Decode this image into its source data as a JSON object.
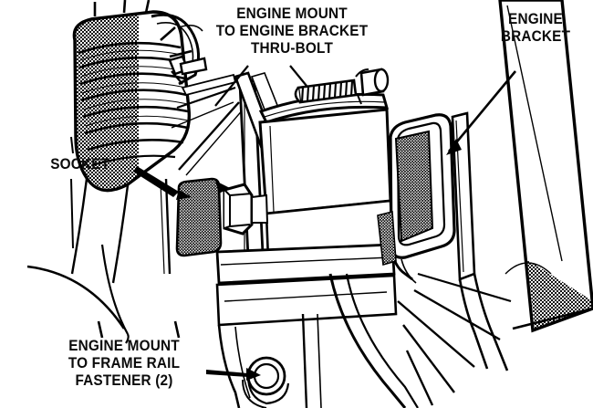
{
  "diagram": {
    "type": "automotive-service-line-art",
    "subject": "Engine mount and engine bracket assembly",
    "background_color": "#ffffff",
    "line_color": "#000000",
    "shading_style": "halftone-dot-screen",
    "callouts": [
      {
        "id": "thru-bolt",
        "text": "ENGINE MOUNT\nTO ENGINE BRACKET\nTHRU-BOLT",
        "lines": [
          "ENGINE MOUNT",
          "TO ENGINE BRACKET",
          "THRU-BOLT"
        ],
        "leader": "two-lines-down-to-bolt",
        "points_to": "threaded thru-bolt at top of engine mount"
      },
      {
        "id": "engine-bracket",
        "text": "ENGINE\nBRACKET",
        "lines": [
          "ENGINE",
          "BRACKET"
        ],
        "leader": "arrow-down-left",
        "points_to": "engine bracket flange at right of mount"
      },
      {
        "id": "socket",
        "text": "SOCKET",
        "lines": [
          "SOCKET"
        ],
        "leader": "arrow-down-right",
        "points_to": "socket wrench on fastener"
      },
      {
        "id": "frame-rail-fastener",
        "text": "ENGINE MOUNT\nTO FRAME RAIL\nFASTENER (2)",
        "lines": [
          "ENGINE MOUNT",
          "TO FRAME RAIL",
          "FASTENER (2)"
        ],
        "leader": "arrow-right",
        "points_to": "circular fastener head at lower centre"
      }
    ],
    "parts": [
      {
        "id": "air-intake-hose",
        "label": "corrugated air intake hose",
        "shaded": true
      },
      {
        "id": "hose-clamp",
        "label": "hose clamp with screw",
        "shaded": false
      },
      {
        "id": "engine-mount-block",
        "label": "engine mount body",
        "shaded": false
      },
      {
        "id": "thru-bolt",
        "label": "threaded thru-bolt",
        "shaded": false
      },
      {
        "id": "socket-tool",
        "label": "socket wrench",
        "shaded": false
      },
      {
        "id": "socket-plate",
        "label": "hatched bracket plate",
        "shaded": true
      },
      {
        "id": "engine-bracket",
        "label": "engine bracket",
        "shaded": true
      },
      {
        "id": "frame-rail",
        "label": "frame rail",
        "shaded": false
      },
      {
        "id": "diagonal-strut",
        "label": "diagonal strut / body rail",
        "shaded": true
      },
      {
        "id": "frame-rail-fastener",
        "label": "frame rail fastener head",
        "shaded": false
      }
    ]
  }
}
